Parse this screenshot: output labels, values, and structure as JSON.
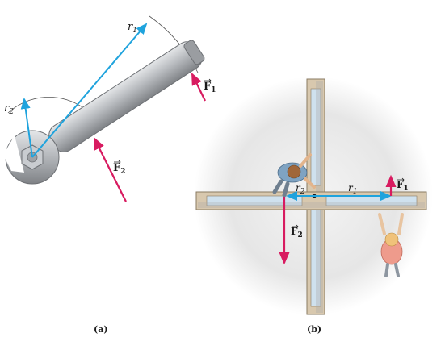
{
  "panel_a": {
    "caption": "(a)",
    "labels": {
      "r1_sym": "r",
      "r1_sub": "1",
      "r2_sym": "r",
      "r2_sub": "2",
      "F1_sym": "F",
      "F1_sub": "1",
      "F2_sym": "F",
      "F2_sub": "2"
    }
  },
  "panel_b": {
    "caption": "(b)",
    "labels": {
      "r1_sym": "r",
      "r1_sub": "1",
      "r2_sym": "r",
      "r2_sub": "2",
      "F1_sym": "F",
      "F1_sub": "1",
      "F2_sym": "F",
      "F2_sub": "2"
    }
  },
  "colors": {
    "radius_arrow": "#1fa3dd",
    "force_arrow": "#d81b60",
    "metal": "#b9bcc0",
    "metal_dark": "#8d9094",
    "door_frame": "#c9b9a0",
    "glass": "#cfe1ee",
    "halo": "#e9e9e9"
  }
}
